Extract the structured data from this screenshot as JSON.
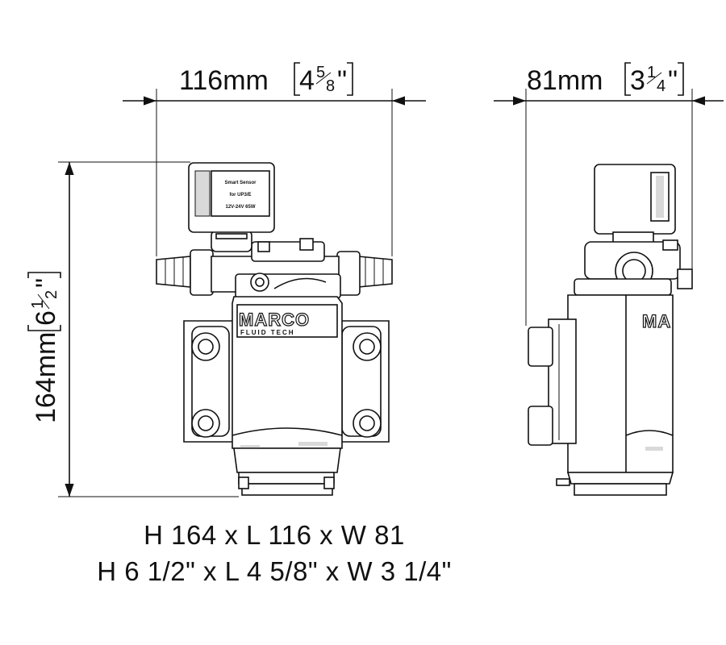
{
  "dimensions": {
    "length": {
      "metric": "116mm",
      "imperial_whole": "4",
      "imperial_num": "5",
      "imperial_den": "8",
      "unit": "\""
    },
    "width": {
      "metric": "81mm",
      "imperial_whole": "3",
      "imperial_num": "1",
      "imperial_den": "4",
      "unit": "\""
    },
    "height": {
      "metric": "164mm",
      "imperial_whole": "6",
      "imperial_num": "1",
      "imperial_den": "2",
      "unit": "\""
    }
  },
  "summary": {
    "metric_line": "H 164 x L 116 x W 81",
    "imperial_line": "H 6 1/2\" x L 4 5/8\" x W 3 1/4\""
  },
  "labels": {
    "brand": "MARCO",
    "brand_sub": "FLUID TECH",
    "sensor_line1": "Smart Sensor",
    "sensor_line2": "for UP3/E",
    "sensor_line3": "12V-24V 65W"
  },
  "colors": {
    "line": "#111111",
    "background": "#ffffff"
  }
}
